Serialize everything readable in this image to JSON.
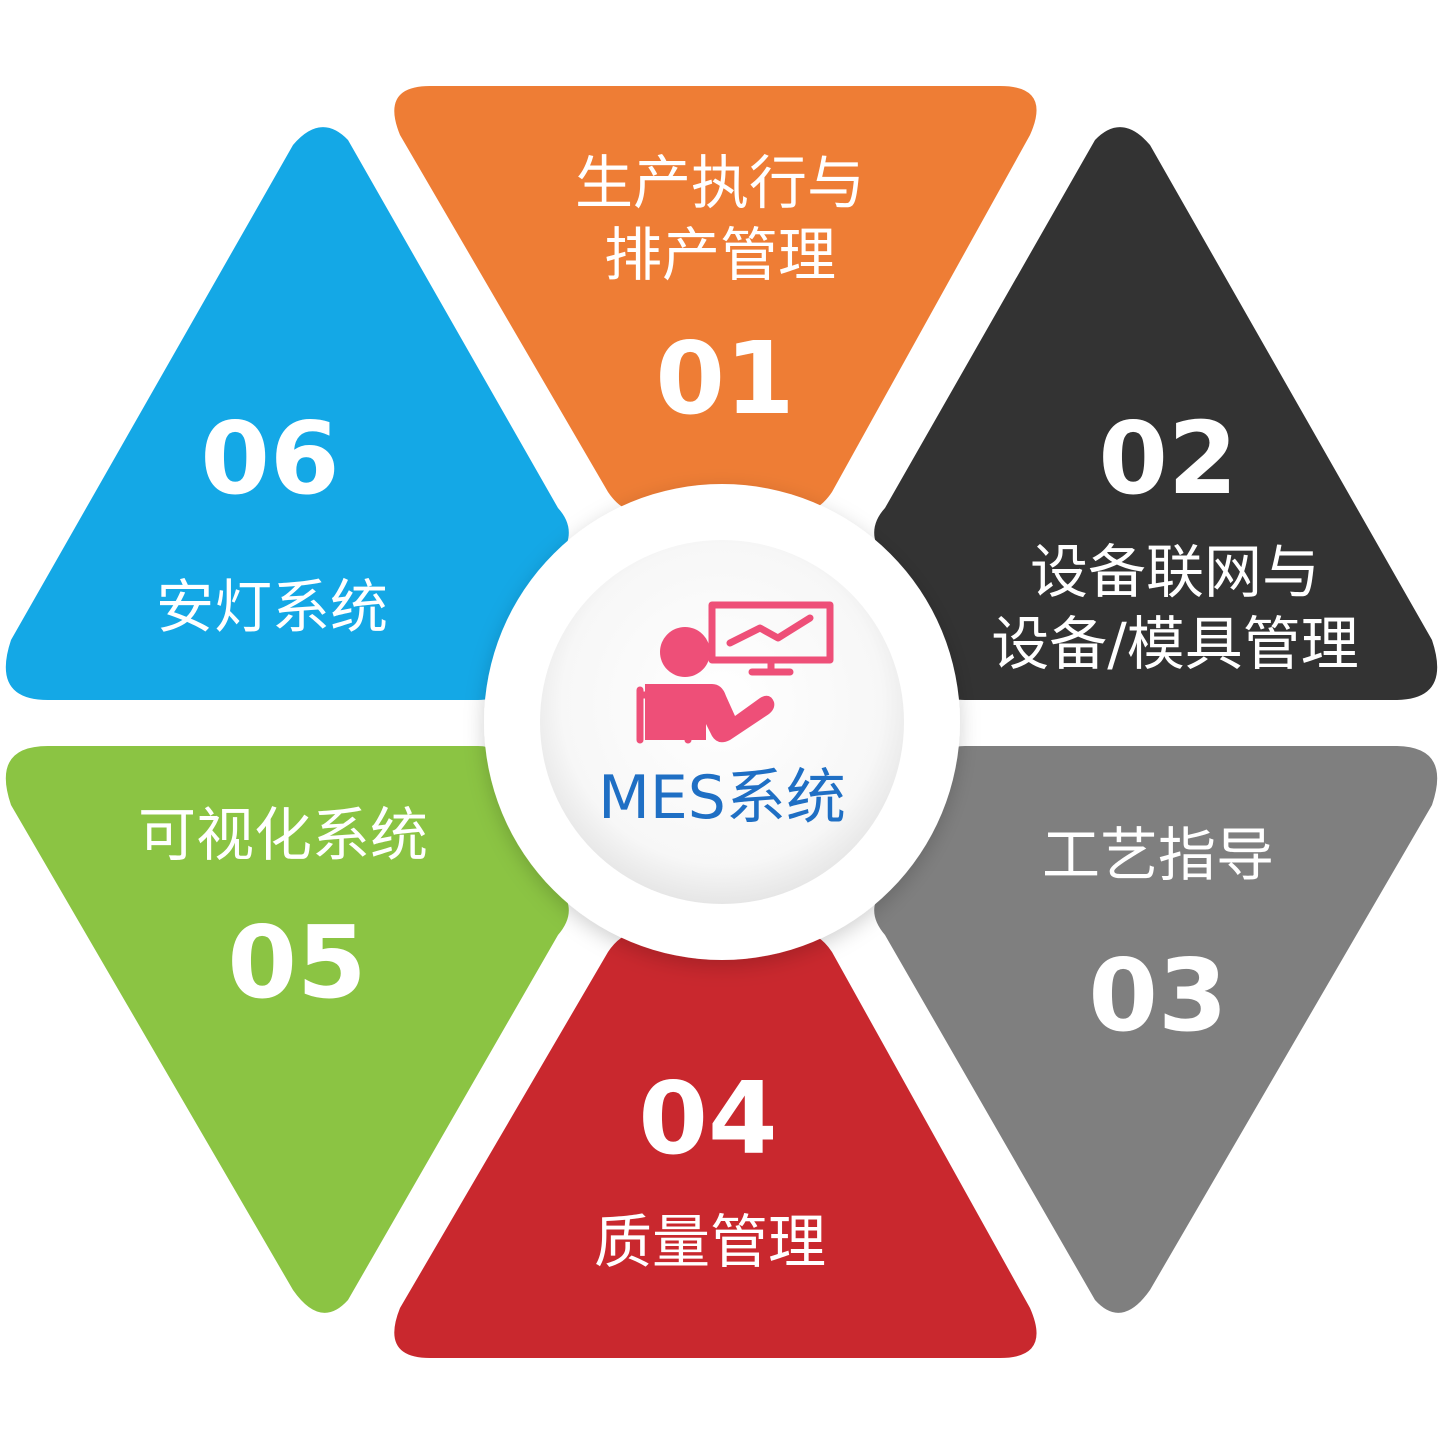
{
  "center": {
    "title": "MES系统",
    "icon": "presenter-chart-icon",
    "icon_color": "#ee4f78",
    "title_color": "#1f6fc4"
  },
  "segments": [
    {
      "number": "01",
      "title_lines": [
        "生产执行与",
        "排产管理"
      ],
      "color": "#ee7d35"
    },
    {
      "number": "02",
      "title_lines": [
        "设备联网与",
        "设备/模具管理"
      ],
      "color": "#333333"
    },
    {
      "number": "03",
      "title_lines": [
        "工艺指导"
      ],
      "color": "#7f7f7f"
    },
    {
      "number": "04",
      "title_lines": [
        "质量管理"
      ],
      "color": "#c9282e"
    },
    {
      "number": "05",
      "title_lines": [
        "可视化系统"
      ],
      "color": "#8bc443"
    },
    {
      "number": "06",
      "title_lines": [
        "安灯系统"
      ],
      "color": "#14a8e6"
    }
  ]
}
